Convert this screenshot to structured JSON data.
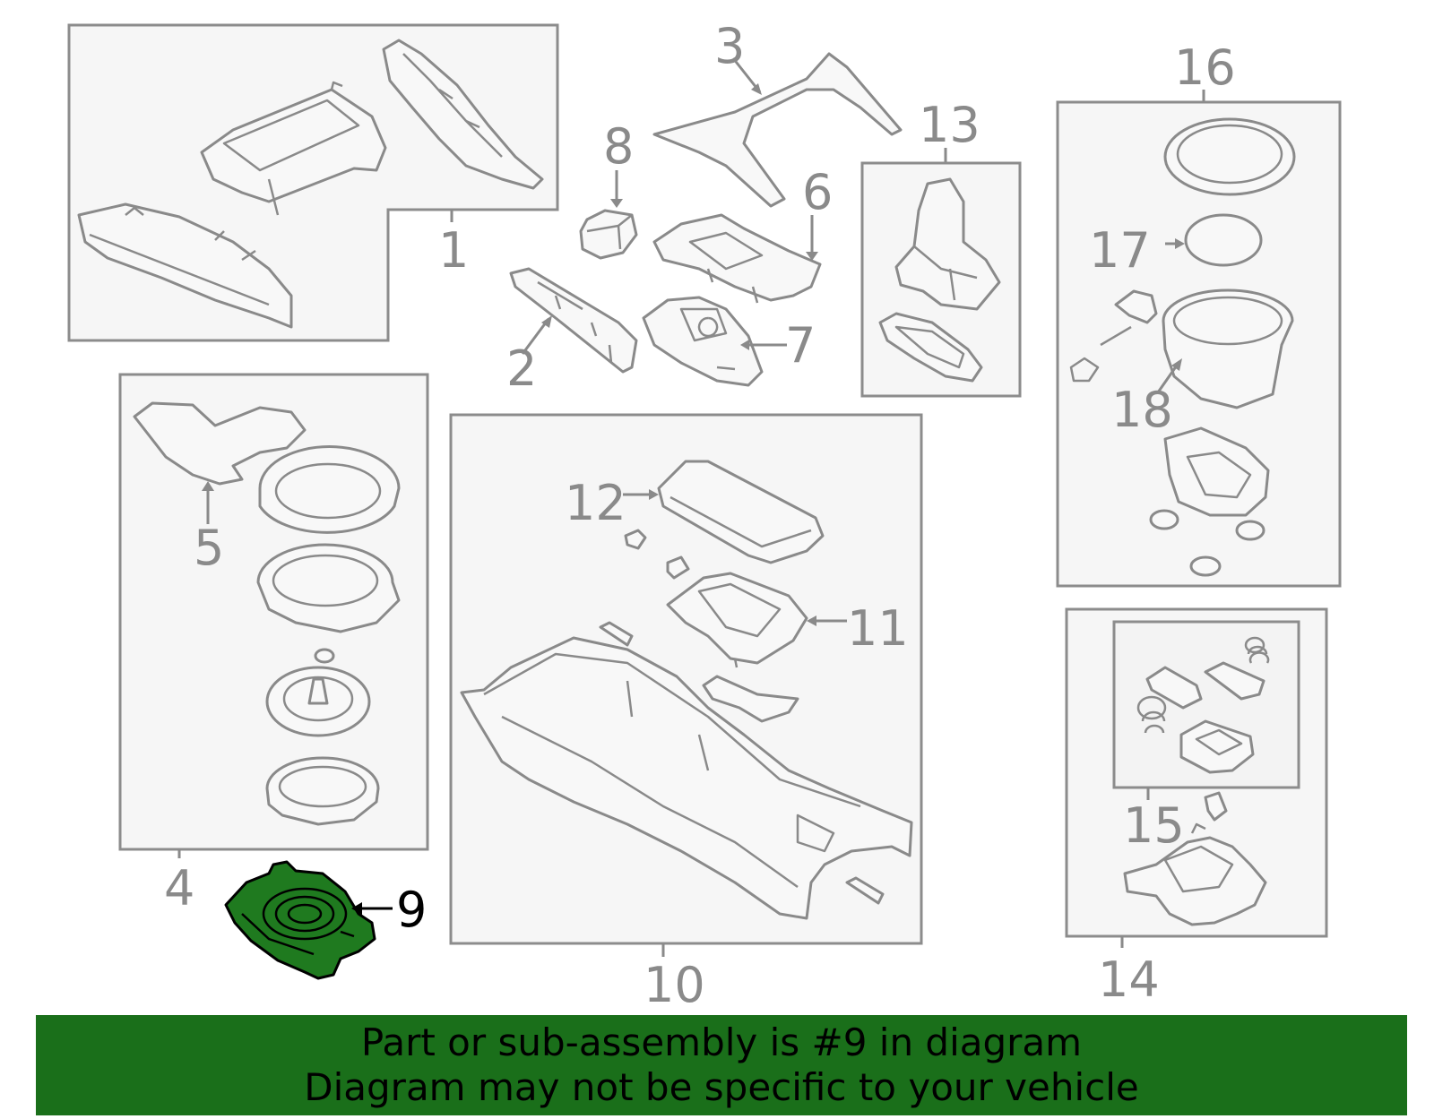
{
  "callouts": {
    "c1": "1",
    "c2": "2",
    "c3": "3",
    "c4": "4",
    "c5": "5",
    "c6": "6",
    "c7": "7",
    "c8": "8",
    "c9": "9",
    "c10": "10",
    "c11": "11",
    "c12": "12",
    "c13": "13",
    "c14": "14",
    "c15": "15",
    "c16": "16",
    "c17": "17",
    "c18": "18"
  },
  "highlighted_part": "9",
  "colors": {
    "highlight": "#1f7a1f",
    "banner": "#1a6f1a",
    "line": "#8a8a8a"
  },
  "banner": {
    "line1": "Part or sub-assembly is #9 in diagram",
    "line2": "Diagram may not be specific to your vehicle"
  }
}
